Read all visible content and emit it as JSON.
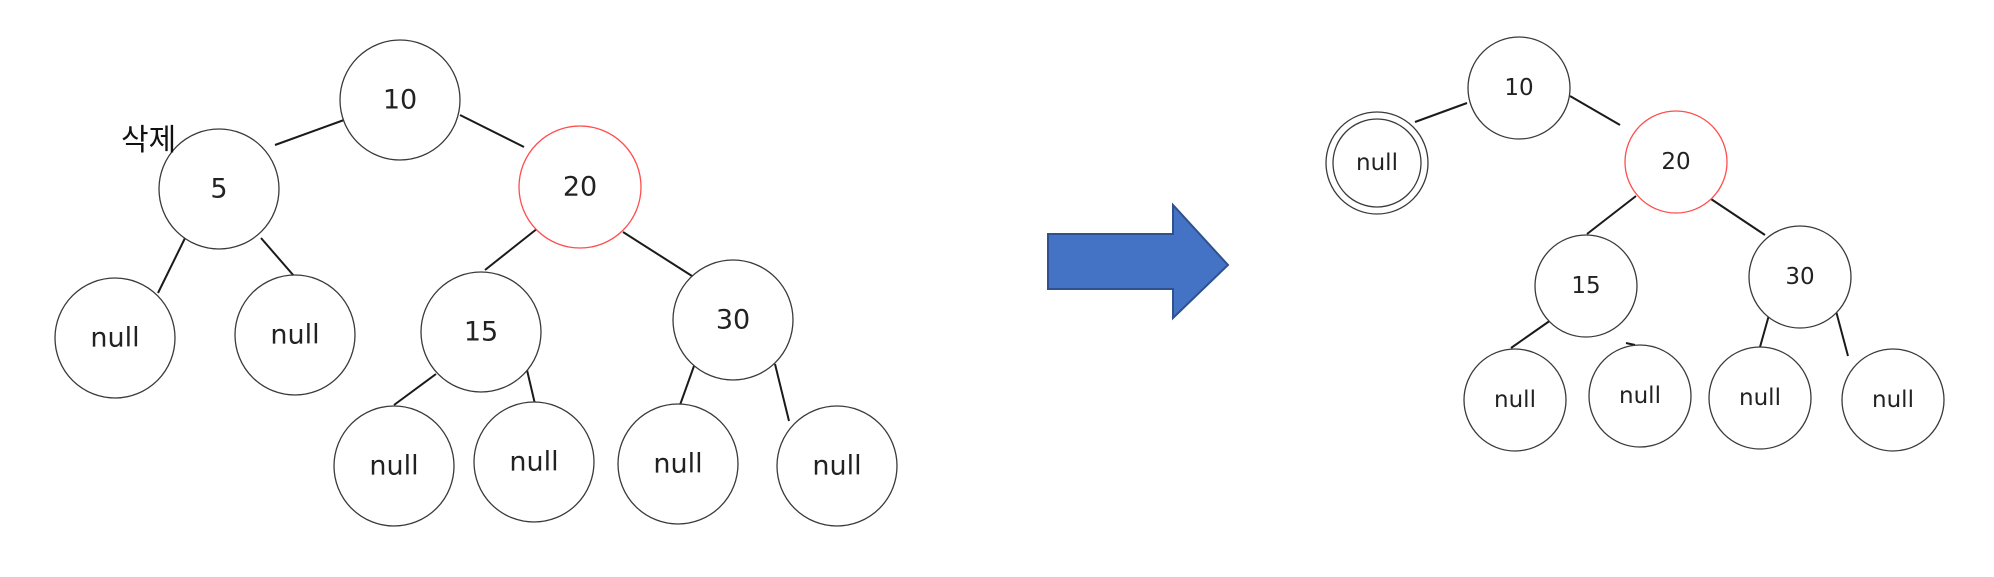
{
  "annotation": {
    "delete_label": "삭제"
  },
  "colors": {
    "node_border": "#3a3a3a",
    "highlight_border": "#ff4d4d",
    "edge": "#1a1a1a",
    "arrow_fill": "#4472c4",
    "arrow_stroke": "#2f528f"
  },
  "left_tree": {
    "nodes": [
      {
        "id": "l10",
        "label": "10"
      },
      {
        "id": "l5",
        "label": "5"
      },
      {
        "id": "l20",
        "label": "20",
        "highlight": true
      },
      {
        "id": "l5a",
        "label": "null"
      },
      {
        "id": "l5b",
        "label": "null"
      },
      {
        "id": "l15",
        "label": "15"
      },
      {
        "id": "l30",
        "label": "30"
      },
      {
        "id": "l15a",
        "label": "null"
      },
      {
        "id": "l15b",
        "label": "null"
      },
      {
        "id": "l30a",
        "label": "null"
      },
      {
        "id": "l30b",
        "label": "null"
      }
    ]
  },
  "right_tree": {
    "nodes": [
      {
        "id": "r10",
        "label": "10"
      },
      {
        "id": "rnull",
        "label": "null",
        "double": true
      },
      {
        "id": "r20",
        "label": "20",
        "highlight": true
      },
      {
        "id": "r15",
        "label": "15"
      },
      {
        "id": "r30",
        "label": "30"
      },
      {
        "id": "r15a",
        "label": "null"
      },
      {
        "id": "r15b",
        "label": "null"
      },
      {
        "id": "r30a",
        "label": "null"
      },
      {
        "id": "r30b",
        "label": "null"
      }
    ]
  }
}
